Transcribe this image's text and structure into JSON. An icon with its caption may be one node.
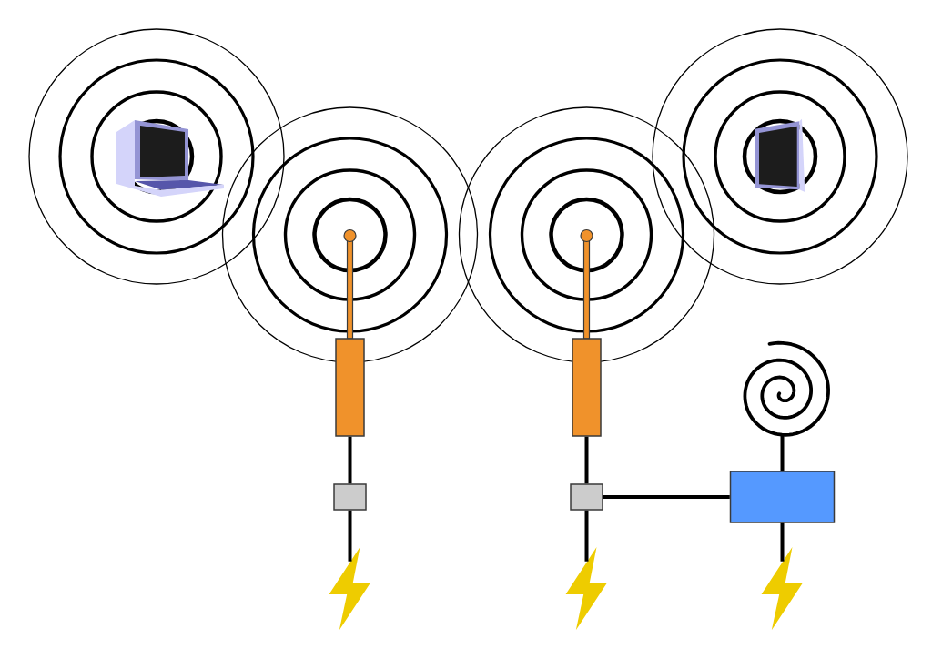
{
  "diagram": {
    "nodes": [
      {
        "text": [],
        "shape": "picture"
      },
      {
        "text": [],
        "shape": "picture"
      },
      {
        "text": [],
        "shape": "box"
      },
      {
        "text": [],
        "shape": "box"
      },
      {
        "text": [],
        "shape": "spiral"
      },
      {
        "text": [],
        "shape": "box"
      },
      {
        "text": [],
        "shape": "box"
      },
      {
        "text": [],
        "shape": "box"
      },
      {
        "text": [],
        "shape": "lightning"
      },
      {
        "text": [],
        "shape": "lightning"
      },
      {
        "text": [],
        "shape": "lightning"
      }
    ],
    "edges": [
      {
        "from": 2,
        "to": 5,
        "arrow": "none"
      },
      {
        "from": 5,
        "to": 8,
        "arrow": "none"
      },
      {
        "from": 3,
        "to": 6,
        "arrow": "none"
      },
      {
        "from": 6,
        "to": 9,
        "arrow": "none"
      },
      {
        "from": 6,
        "to": 7,
        "arrow": "none"
      },
      {
        "from": 4,
        "to": 7,
        "arrow": "none"
      },
      {
        "from": 7,
        "to": 10,
        "arrow": "none"
      }
    ]
  }
}
